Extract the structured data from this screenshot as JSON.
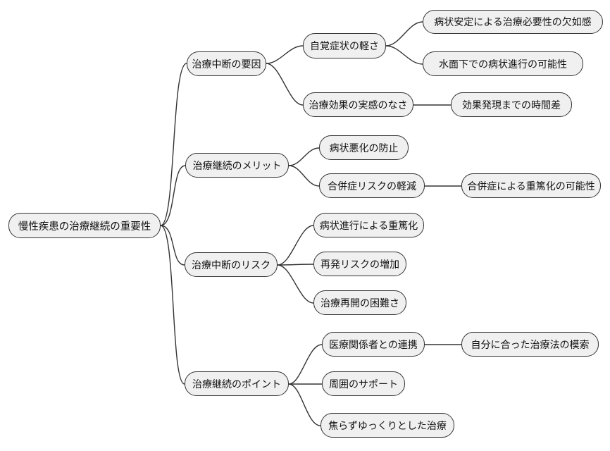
{
  "diagram": {
    "type": "mindmap",
    "colors": {
      "background": "#ffffff",
      "node_fill": "#f0f0f0",
      "node_border": "#333333",
      "connector": "#333333",
      "text": "#111111"
    },
    "root": {
      "label": "慢性疾患の治療継続の重要性",
      "children": [
        {
          "label": "治療中断の要因",
          "children": [
            {
              "label": "自覚症状の軽さ",
              "children": [
                {
                  "label": "病状安定による治療必要性の欠如感"
                },
                {
                  "label": "水面下での病状進行の可能性"
                }
              ]
            },
            {
              "label": "治療効果の実感のなさ",
              "children": [
                {
                  "label": "効果発現までの時間差"
                }
              ]
            }
          ]
        },
        {
          "label": "治療継続のメリット",
          "children": [
            {
              "label": "病状悪化の防止"
            },
            {
              "label": "合併症リスクの軽減",
              "children": [
                {
                  "label": "合併症による重篤化の可能性"
                }
              ]
            }
          ]
        },
        {
          "label": "治療中断のリスク",
          "children": [
            {
              "label": "病状進行による重篤化"
            },
            {
              "label": "再発リスクの増加"
            },
            {
              "label": "治療再開の困難さ"
            }
          ]
        },
        {
          "label": "治療継続のポイント",
          "children": [
            {
              "label": "医療関係者との連携",
              "children": [
                {
                  "label": "自分に合った治療法の模索"
                }
              ]
            },
            {
              "label": "周囲のサポート"
            },
            {
              "label": "焦らずゆっくりとした治療"
            }
          ]
        }
      ]
    }
  }
}
